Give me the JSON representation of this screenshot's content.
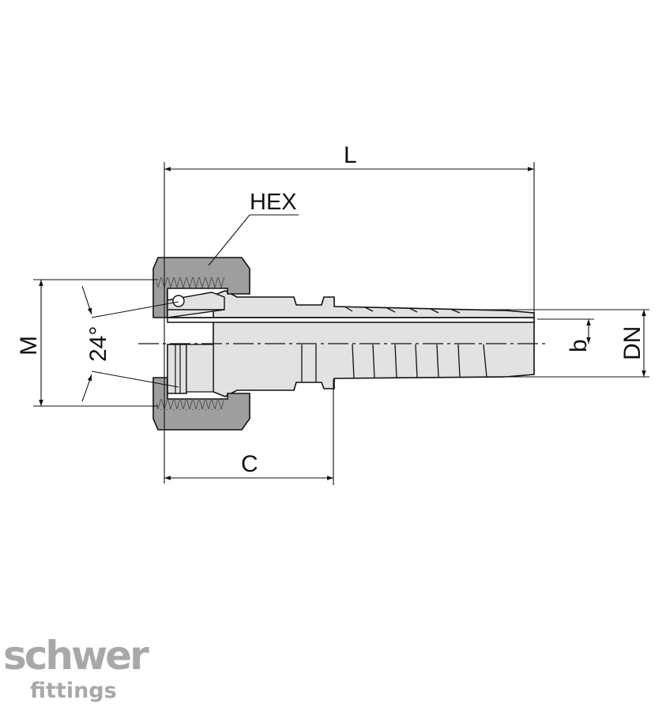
{
  "labels": {
    "length": "L",
    "hex": "HEX",
    "thread": "M",
    "angle": "24°",
    "nut_to_collar": "C",
    "bore": "b",
    "nominal_diameter": "DN"
  },
  "brand": {
    "name": "schwer",
    "tagline": "fittings",
    "color": "#a8a8a8"
  },
  "colors": {
    "body_fill": "#e2e2e2",
    "nut_fill": "#9e9e9e",
    "line": "#111111"
  }
}
